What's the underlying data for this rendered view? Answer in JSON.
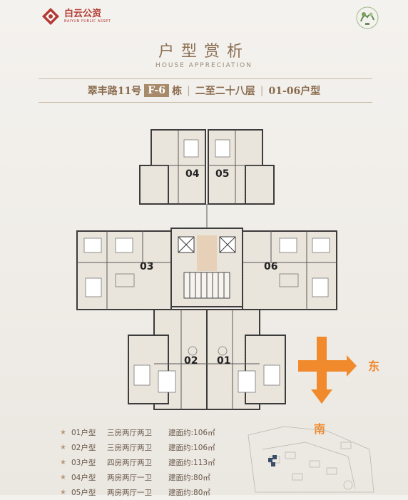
{
  "brand": {
    "logo_cn": "白云公资",
    "logo_en": "BAIYUN PUBLIC ASSET",
    "accent_color": "#b43a33"
  },
  "header": {
    "title": "户型赏析",
    "subtitle": "HOUSE APPRECIATION"
  },
  "info_bar": {
    "address": "翠丰路11号",
    "building_code": "F-6",
    "building_suffix": "栋",
    "floors": "二至二十八层",
    "units": "01-06户型",
    "separator": "|"
  },
  "floorplan": {
    "unit_labels": {
      "u01": "01",
      "u02": "02",
      "u03": "03",
      "u04": "04",
      "u05": "05",
      "u06": "06"
    },
    "compass": {
      "east": "东",
      "south": "南",
      "color": "#f08a2c"
    }
  },
  "unit_list": [
    {
      "star": "★",
      "unit": "01户型",
      "layout": "三房两厅两卫",
      "area": "建面约:106㎡"
    },
    {
      "star": "★",
      "unit": "02户型",
      "layout": "三房两厅两卫",
      "area": "建面约:106㎡"
    },
    {
      "star": "★",
      "unit": "03户型",
      "layout": "四房两厅两卫",
      "area": "建面约:113㎡"
    },
    {
      "star": "★",
      "unit": "04户型",
      "layout": "两房两厅一卫",
      "area": "建面约:80㎡"
    },
    {
      "star": "★",
      "unit": "05户型",
      "layout": "两房两厅一卫",
      "area": "建面约:80㎡"
    }
  ]
}
